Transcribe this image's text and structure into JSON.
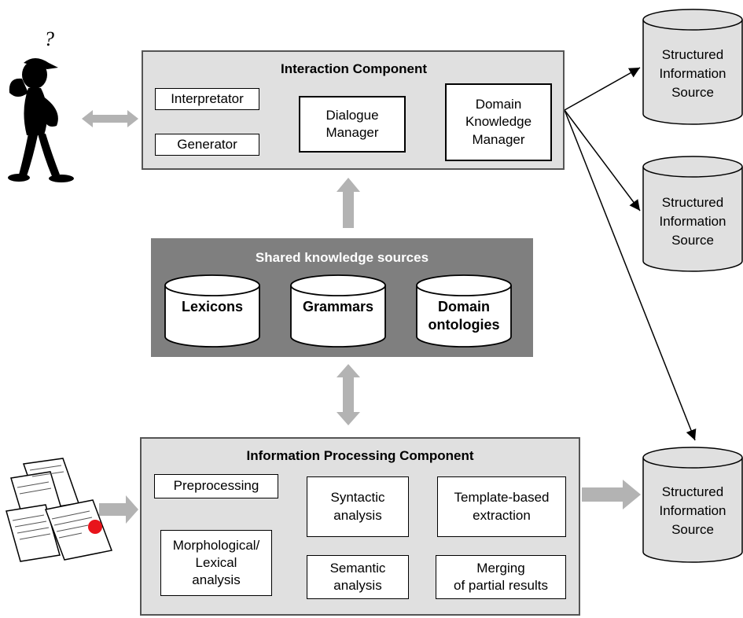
{
  "interaction": {
    "title": "Interaction Component",
    "interpretator": "Interpretator",
    "generator": "Generator",
    "dialogue_line1": "Dialogue",
    "dialogue_line2": "Manager",
    "dkm_line1": "Domain",
    "dkm_line2": "Knowledge",
    "dkm_line3": "Manager"
  },
  "shared": {
    "title": "Shared knowledge sources",
    "lexicons": "Lexicons",
    "grammars": "Grammars",
    "domain_line1": "Domain",
    "domain_line2": "ontologies"
  },
  "processing": {
    "title": "Information Processing Component",
    "preprocessing": "Preprocessing",
    "morph_line1": "Morphological/",
    "morph_line2": "Lexical",
    "morph_line3": "analysis",
    "syntactic_line1": "Syntactic",
    "syntactic_line2": "analysis",
    "semantic_line1": "Semantic",
    "semantic_line2": "analysis",
    "template_line1": "Template-based",
    "template_line2": "extraction",
    "merging_line1": "Merging",
    "merging_line2": "of partial results"
  },
  "sources": {
    "line1": "Structured",
    "line2": "Information",
    "line3": "Source"
  },
  "user": {
    "question_mark": "?"
  },
  "colors": {
    "panel": "#e0e0e0",
    "shared_panel": "#7f7f7f",
    "gray_arrow": "#b3b3b3",
    "cylinder_fill": "#e0e0e0",
    "stamp": "#e8141b"
  }
}
